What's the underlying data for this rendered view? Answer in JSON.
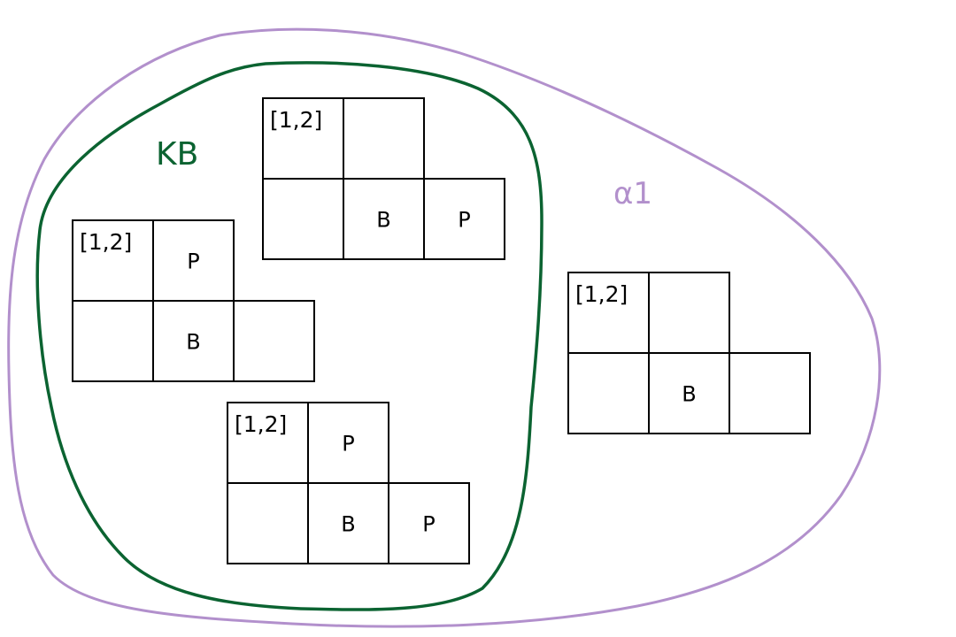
{
  "colors": {
    "alpha_region": "#b290cc",
    "kb_region": "#0b6331",
    "grid_line": "#000000",
    "background": "#ffffff"
  },
  "regions": {
    "alpha": {
      "label": "α1"
    },
    "kb": {
      "label": "KB"
    }
  },
  "boards": [
    {
      "name": "board-top",
      "cells": [
        {
          "row": 0,
          "col": 0,
          "text": "[1,2]"
        },
        {
          "row": 0,
          "col": 1,
          "text": ""
        },
        {
          "row": 1,
          "col": 0,
          "text": ""
        },
        {
          "row": 1,
          "col": 1,
          "text": "B"
        },
        {
          "row": 1,
          "col": 2,
          "text": "P"
        }
      ]
    },
    {
      "name": "board-left",
      "cells": [
        {
          "row": 0,
          "col": 0,
          "text": "[1,2]"
        },
        {
          "row": 0,
          "col": 1,
          "text": "P"
        },
        {
          "row": 1,
          "col": 0,
          "text": ""
        },
        {
          "row": 1,
          "col": 1,
          "text": "B"
        },
        {
          "row": 1,
          "col": 2,
          "text": ""
        }
      ]
    },
    {
      "name": "board-bottom",
      "cells": [
        {
          "row": 0,
          "col": 0,
          "text": "[1,2]"
        },
        {
          "row": 0,
          "col": 1,
          "text": "P"
        },
        {
          "row": 1,
          "col": 0,
          "text": ""
        },
        {
          "row": 1,
          "col": 1,
          "text": "B"
        },
        {
          "row": 1,
          "col": 2,
          "text": "P"
        }
      ]
    },
    {
      "name": "board-right",
      "cells": [
        {
          "row": 0,
          "col": 0,
          "text": "[1,2]"
        },
        {
          "row": 0,
          "col": 1,
          "text": ""
        },
        {
          "row": 1,
          "col": 0,
          "text": ""
        },
        {
          "row": 1,
          "col": 1,
          "text": "B"
        },
        {
          "row": 1,
          "col": 2,
          "text": ""
        }
      ]
    }
  ]
}
